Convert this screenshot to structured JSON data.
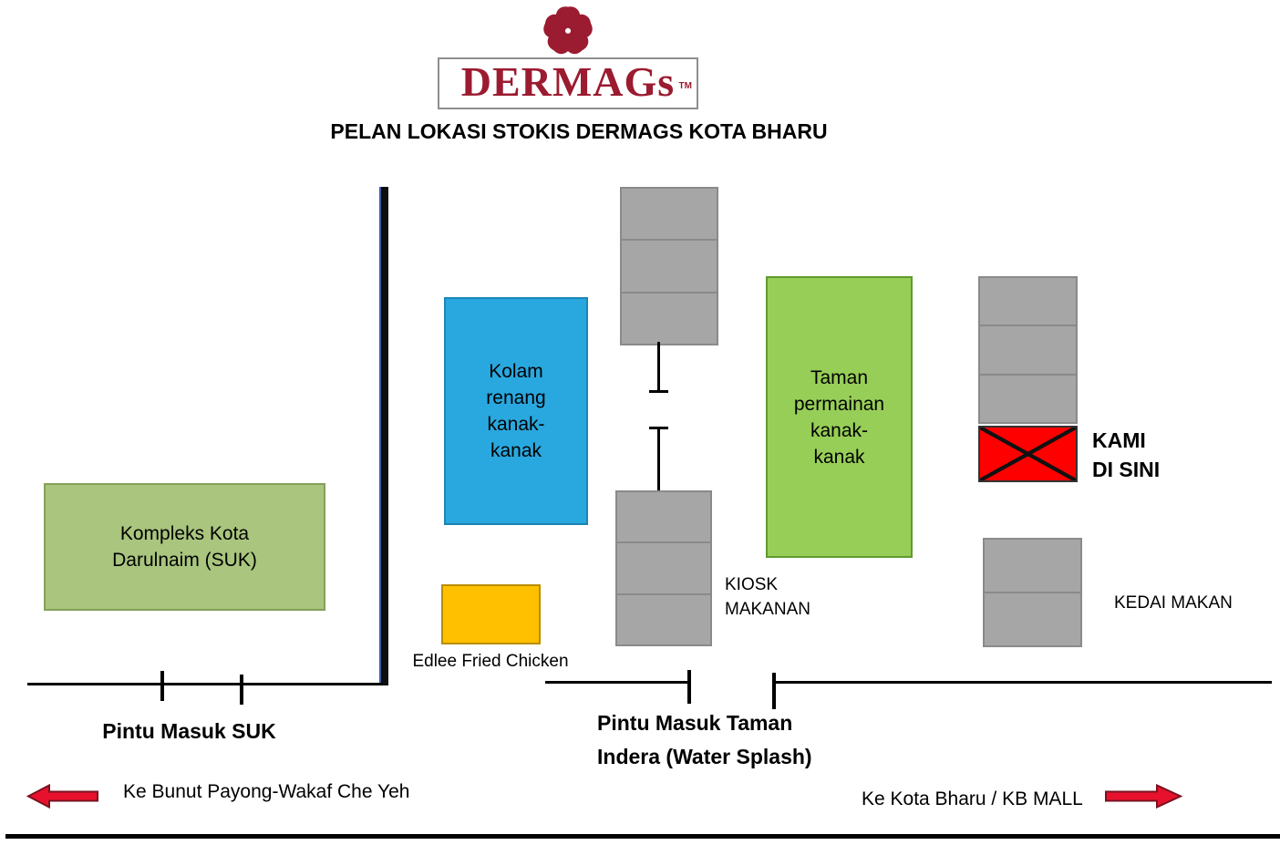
{
  "logo": {
    "brand": "DERMAGs",
    "trademark": "TM"
  },
  "title": "PELAN LOKASI STOKIS DERMAGS KOTA BHARU",
  "places": {
    "kompleks": "Kompleks Kota\nDarulnaim (SUK)",
    "kolam": "Kolam\nrenang\nkanak-\nkanak",
    "edlee": "Edlee Fried Chicken",
    "kiosk": "KIOSK\nMAKANAN",
    "taman": "Taman\npermainan\nkanak-\nkanak",
    "kami": "KAMI\nDI SINI",
    "kedai": "KEDAI MAKAN"
  },
  "entrances": {
    "suk": "Pintu Masuk SUK",
    "taman_indera": "Pintu Masuk Taman\nIndera (Water Splash)"
  },
  "directions": {
    "west": "Ke Bunut Payong-Wakaf Che Yeh",
    "east": "Ke Kota Bharu / KB MALL"
  },
  "colors": {
    "brand": "#9B1B30",
    "green_muted": "#A9C57E",
    "green_bright": "#97CE57",
    "blue": "#29A8DF",
    "gold": "#FFC000",
    "box_gray": "#A6A6A6",
    "marker_red": "#FF0000",
    "arrow_red": "#E8112D"
  }
}
